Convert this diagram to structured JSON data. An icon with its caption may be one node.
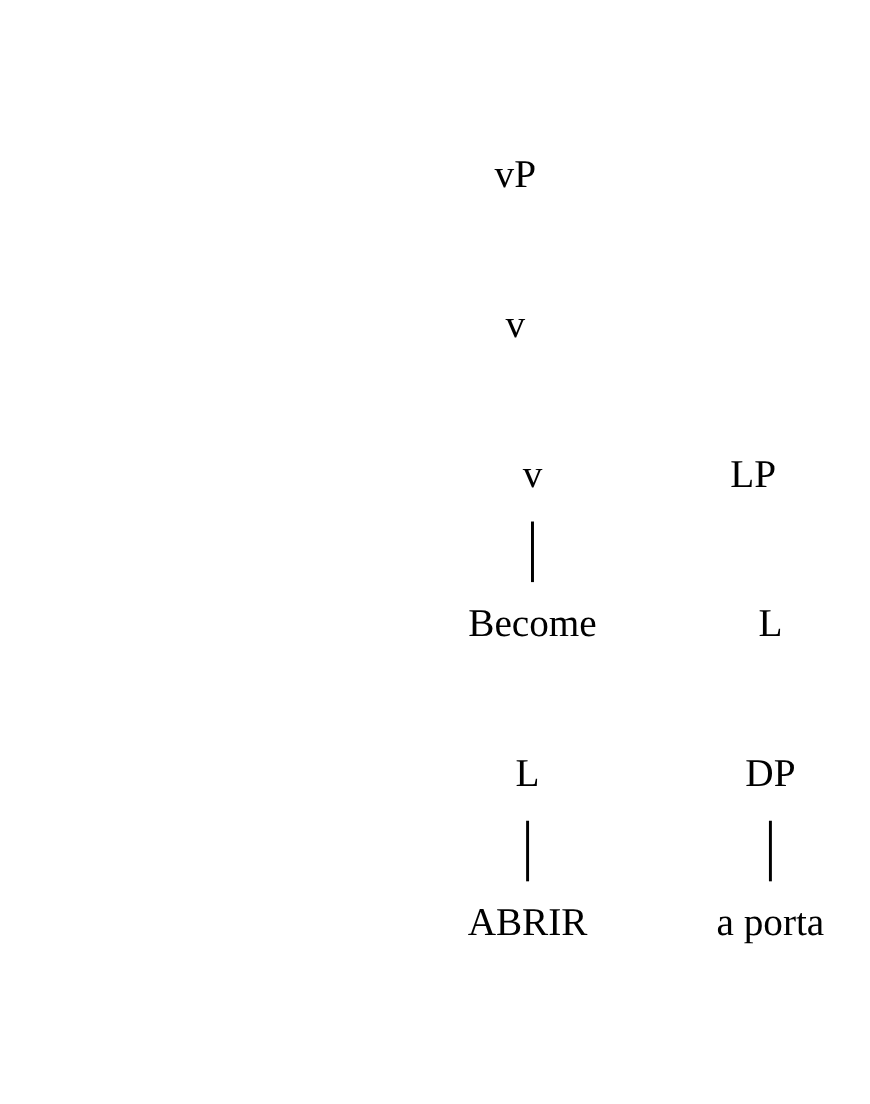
{
  "diagram": {
    "nodes": [
      {
        "text": [
          "vP"
        ]
      },
      {
        "text": [
          "v"
        ]
      },
      {
        "text": [
          "v"
        ]
      },
      {
        "text": [
          "LP"
        ]
      },
      {
        "text": [
          "Become"
        ]
      },
      {
        "text": [
          "L"
        ]
      },
      {
        "text": [
          "L"
        ]
      },
      {
        "text": [
          "DP"
        ]
      },
      {
        "text": [
          "ABRIR"
        ]
      },
      {
        "text": [
          "a porta"
        ]
      }
    ],
    "edges": [
      {
        "from": 2,
        "to": 4,
        "arrow": "none"
      },
      {
        "from": 6,
        "to": 8,
        "arrow": "none"
      },
      {
        "from": 7,
        "to": 9,
        "arrow": "none"
      }
    ]
  }
}
